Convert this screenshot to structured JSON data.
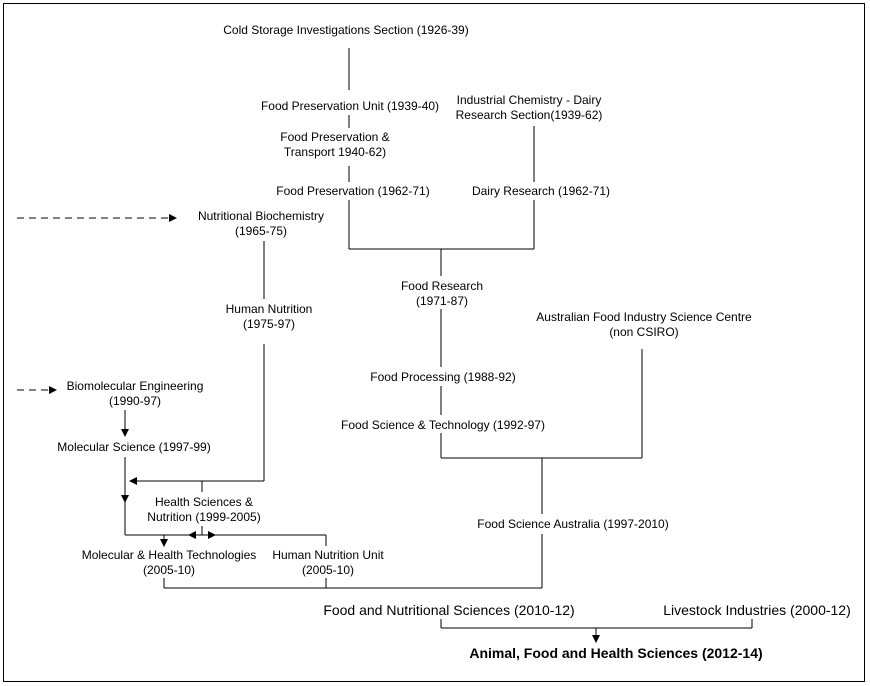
{
  "nodes": {
    "cold_storage": [
      "Cold Storage Investigations Section (1926-39)"
    ],
    "food_pres_unit": [
      "Food Preservation Unit (1939-40)"
    ],
    "ind_chem_dairy": [
      "Industrial Chemistry - Dairy",
      "Research Section(1939-62)"
    ],
    "food_pres_transport": [
      "Food Preservation &",
      "Transport 1940-62)"
    ],
    "food_pres": [
      "Food Preservation (1962-71)"
    ],
    "dairy_research": [
      "Dairy  Research (1962-71)"
    ],
    "nutr_biochem": [
      "Nutritional Biochemistry",
      "(1965-75)"
    ],
    "food_research": [
      "Food Research",
      "(1971-87)"
    ],
    "human_nutrition": [
      "Human Nutrition",
      "(1975-97)"
    ],
    "afisc": [
      "Australian Food Industry Science Centre",
      "(non CSIRO)"
    ],
    "food_processing": [
      "Food Processing (1988-92)"
    ],
    "biomol_eng": [
      "Biomolecular Engineering",
      "(1990-97)"
    ],
    "food_sci_tech": [
      "Food Science & Technology (1992-97)"
    ],
    "mol_science": [
      "Molecular Science (1997-99)"
    ],
    "health_sci": [
      "Health Sciences &",
      "Nutrition (1999-2005)"
    ],
    "food_sci_aus": [
      "Food Science Australia (1997-2010)"
    ],
    "mol_health_tech": [
      "Molecular  & Health Technologies",
      "(2005-10)"
    ],
    "human_nutr_unit": [
      "Human Nutrition Unit",
      "(2005-10)"
    ],
    "food_nutr_sci": [
      "Food and Nutritional Sciences (2010-12)"
    ],
    "livestock": [
      "Livestock Industries (2000-12)"
    ],
    "afhs": [
      "Animal, Food and Health Sciences (2012-14)"
    ]
  }
}
